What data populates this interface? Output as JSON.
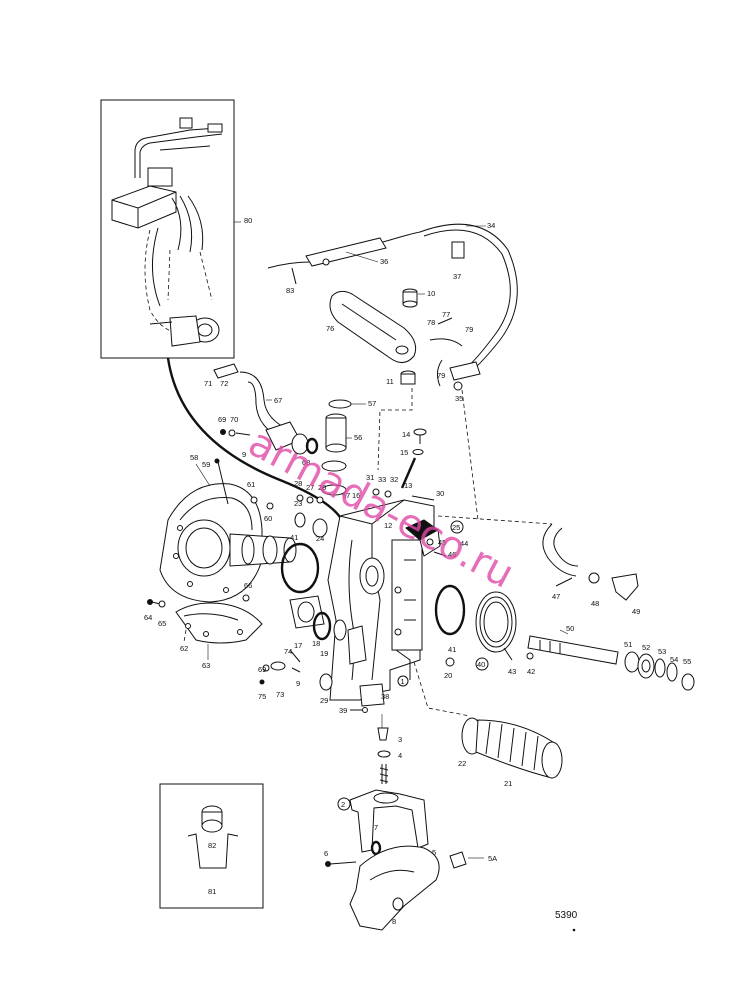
{
  "figure_number": "5390",
  "watermark": "armada-eco.ru",
  "callouts": [
    {
      "id": "c-1",
      "text": "1"
    },
    {
      "id": "c-2",
      "text": "2"
    },
    {
      "id": "c-3",
      "text": "3"
    },
    {
      "id": "c-4",
      "text": "4"
    },
    {
      "id": "c-5",
      "text": "5"
    },
    {
      "id": "c-5a",
      "text": "5A"
    },
    {
      "id": "c-6",
      "text": "6"
    },
    {
      "id": "c-7",
      "text": "7"
    },
    {
      "id": "c-8",
      "text": "8"
    },
    {
      "id": "c-9a",
      "text": "9"
    },
    {
      "id": "c-9b",
      "text": "9"
    },
    {
      "id": "c-10",
      "text": "10"
    },
    {
      "id": "c-11",
      "text": "11"
    },
    {
      "id": "c-12",
      "text": "12"
    },
    {
      "id": "c-13",
      "text": "13"
    },
    {
      "id": "c-14",
      "text": "14"
    },
    {
      "id": "c-15",
      "text": "15"
    },
    {
      "id": "c-17",
      "text": "17"
    },
    {
      "id": "c-18",
      "text": "18"
    },
    {
      "id": "c-19",
      "text": "19"
    },
    {
      "id": "c-20",
      "text": "20"
    },
    {
      "id": "c-21",
      "text": "21"
    },
    {
      "id": "c-22",
      "text": "22"
    },
    {
      "id": "c-23",
      "text": "23"
    },
    {
      "id": "c-24",
      "text": "24"
    },
    {
      "id": "c-25",
      "text": "25"
    },
    {
      "id": "c-26",
      "text": "26"
    },
    {
      "id": "c-27",
      "text": "27"
    },
    {
      "id": "c-28",
      "text": "28"
    },
    {
      "id": "c-29",
      "text": "29"
    },
    {
      "id": "c-30",
      "text": "30"
    },
    {
      "id": "c-31",
      "text": "31"
    },
    {
      "id": "c-32",
      "text": "32"
    },
    {
      "id": "c-33",
      "text": "33"
    },
    {
      "id": "c-34",
      "text": "34"
    },
    {
      "id": "c-35",
      "text": "35"
    },
    {
      "id": "c-36",
      "text": "36"
    },
    {
      "id": "c-37",
      "text": "37"
    },
    {
      "id": "c-38",
      "text": "38"
    },
    {
      "id": "c-39",
      "text": "39"
    },
    {
      "id": "c-40",
      "text": "40"
    },
    {
      "id": "c-41a",
      "text": "41"
    },
    {
      "id": "c-41b",
      "text": "41"
    },
    {
      "id": "c-42",
      "text": "42"
    },
    {
      "id": "c-43",
      "text": "43"
    },
    {
      "id": "c-44",
      "text": "44"
    },
    {
      "id": "c-45",
      "text": "45"
    },
    {
      "id": "c-46",
      "text": "46"
    },
    {
      "id": "c-47",
      "text": "47"
    },
    {
      "id": "c-48",
      "text": "48"
    },
    {
      "id": "c-49",
      "text": "49"
    },
    {
      "id": "c-50",
      "text": "50"
    },
    {
      "id": "c-51",
      "text": "51"
    },
    {
      "id": "c-52",
      "text": "52"
    },
    {
      "id": "c-53",
      "text": "53"
    },
    {
      "id": "c-54",
      "text": "54"
    },
    {
      "id": "c-55",
      "text": "55"
    },
    {
      "id": "c-56",
      "text": "56"
    },
    {
      "id": "c-57a",
      "text": "57"
    },
    {
      "id": "c-57b",
      "text": "57"
    },
    {
      "id": "c-58",
      "text": "58"
    },
    {
      "id": "c-59",
      "text": "59"
    },
    {
      "id": "c-60",
      "text": "60"
    },
    {
      "id": "c-61",
      "text": "61"
    },
    {
      "id": "c-62",
      "text": "62"
    },
    {
      "id": "c-63",
      "text": "63"
    },
    {
      "id": "c-64",
      "text": "64"
    },
    {
      "id": "c-65",
      "text": "65"
    },
    {
      "id": "c-66",
      "text": "66"
    },
    {
      "id": "c-67",
      "text": "67"
    },
    {
      "id": "c-68",
      "text": "68"
    },
    {
      "id": "c-69a",
      "text": "69"
    },
    {
      "id": "c-69b",
      "text": "69"
    },
    {
      "id": "c-70",
      "text": "70"
    },
    {
      "id": "c-71",
      "text": "71"
    },
    {
      "id": "c-72",
      "text": "72"
    },
    {
      "id": "c-73",
      "text": "73"
    },
    {
      "id": "c-74",
      "text": "74"
    },
    {
      "id": "c-75",
      "text": "75"
    },
    {
      "id": "c-76",
      "text": "76"
    },
    {
      "id": "c-77",
      "text": "77"
    },
    {
      "id": "c-78",
      "text": "78"
    },
    {
      "id": "c-79a",
      "text": "79"
    },
    {
      "id": "c-79b",
      "text": "79"
    },
    {
      "id": "c-80",
      "text": "80"
    },
    {
      "id": "c-81",
      "text": "81"
    },
    {
      "id": "c-82",
      "text": "82"
    },
    {
      "id": "c-83",
      "text": "83"
    }
  ]
}
